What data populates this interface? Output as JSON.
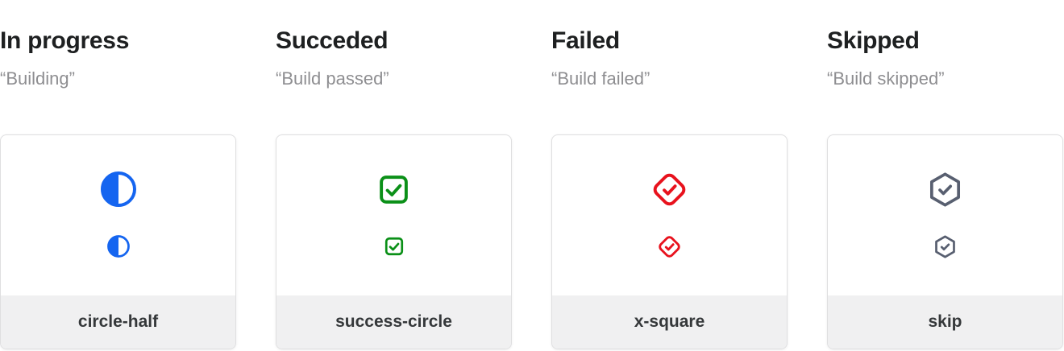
{
  "page": {
    "background_color": "#FFFFFF"
  },
  "columns": [
    {
      "title": "In progress",
      "subtitle": "“Building”",
      "icon": "circle-half-icon",
      "icon_color": "#1565F0",
      "label": "circle-half"
    },
    {
      "title": "Succeded",
      "subtitle": "“Build passed”",
      "icon": "check-square-icon",
      "icon_color": "#0B9018",
      "label": "success-circle"
    },
    {
      "title": "Failed",
      "subtitle": "“Build failed”",
      "icon": "x-square-icon",
      "icon_color": "#E8121D",
      "label": "x-square"
    },
    {
      "title": "Skipped",
      "subtitle": "“Build skipped”",
      "icon": "skip-icon",
      "icon_color": "#585F70",
      "label": "skip"
    }
  ]
}
